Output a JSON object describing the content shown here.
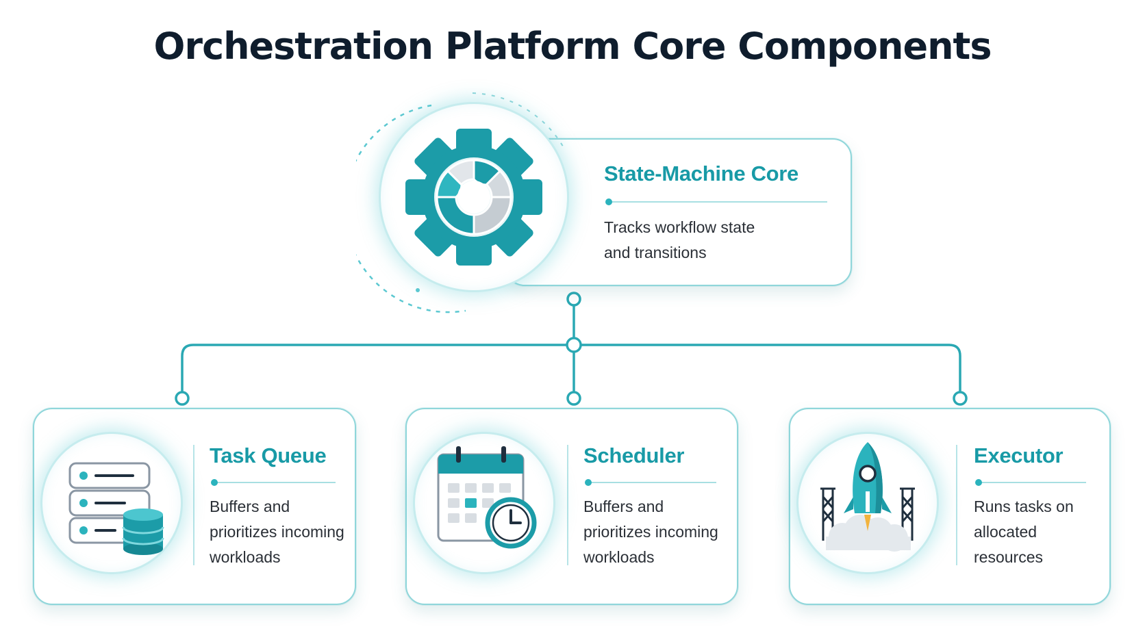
{
  "title": "Orchestration Platform Core Components",
  "colors": {
    "accent": "#189aa6",
    "accent_dark": "#0f7d88",
    "border": "#8fd6da",
    "text": "#2a2f36"
  },
  "core": {
    "name": "State-Machine Core",
    "description": [
      "Tracks workflow state",
      "and transitions"
    ],
    "icon": "gear-icon"
  },
  "components": [
    {
      "name": "Task Queue",
      "description": [
        "Buffers and",
        "prioritizes incoming",
        "workloads"
      ],
      "icon": "server-stack-database-icon"
    },
    {
      "name": "Scheduler",
      "description": [
        "Buffers and",
        "prioritizes incoming",
        "workloads"
      ],
      "icon": "calendar-clock-icon"
    },
    {
      "name": "Executor",
      "description": [
        "Runs tasks on",
        "allocated",
        "resources"
      ],
      "icon": "rocket-launch-icon"
    }
  ]
}
